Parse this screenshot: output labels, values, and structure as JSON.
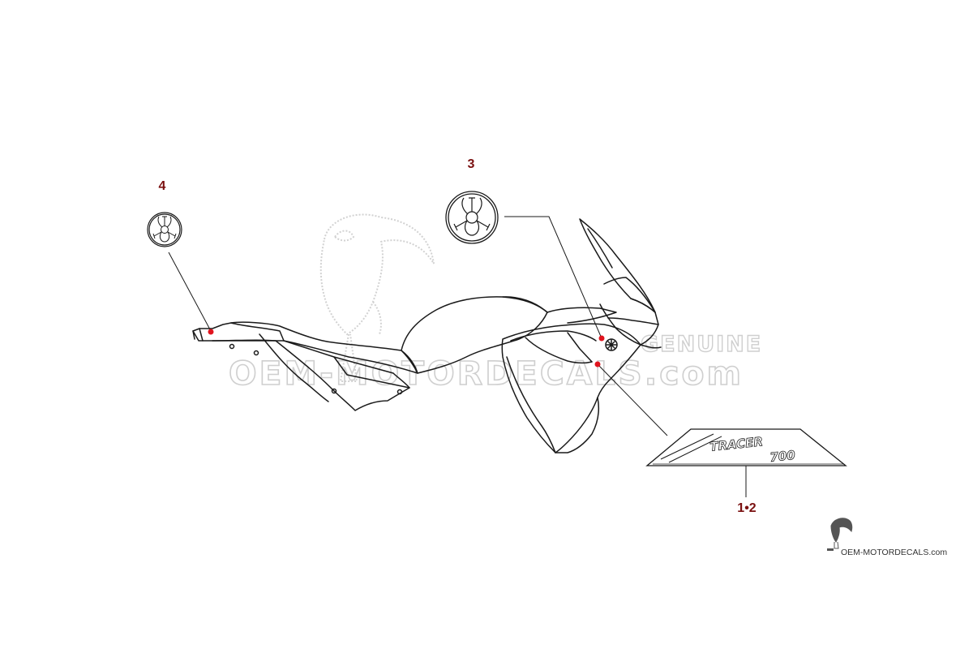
{
  "colors": {
    "line": "#1a1a1a",
    "callout_text": "#7a1010",
    "marker": "#e0141e",
    "watermark": "#d2d2d2",
    "background": "#ffffff"
  },
  "callouts": {
    "part_4": "4",
    "part_3": "3",
    "part_1_2": "1•2"
  },
  "decal": {
    "line1": "TRACER",
    "line2": "700"
  },
  "watermark": {
    "genuine": "GENUINE",
    "site": "OEM-MOTORDECALS.com"
  },
  "logo": {
    "icon": "toucan-icon",
    "text": "OEM-MOTORDECALS.com"
  },
  "emblems": {
    "icon": "yamaha-tuning-fork-icon"
  }
}
